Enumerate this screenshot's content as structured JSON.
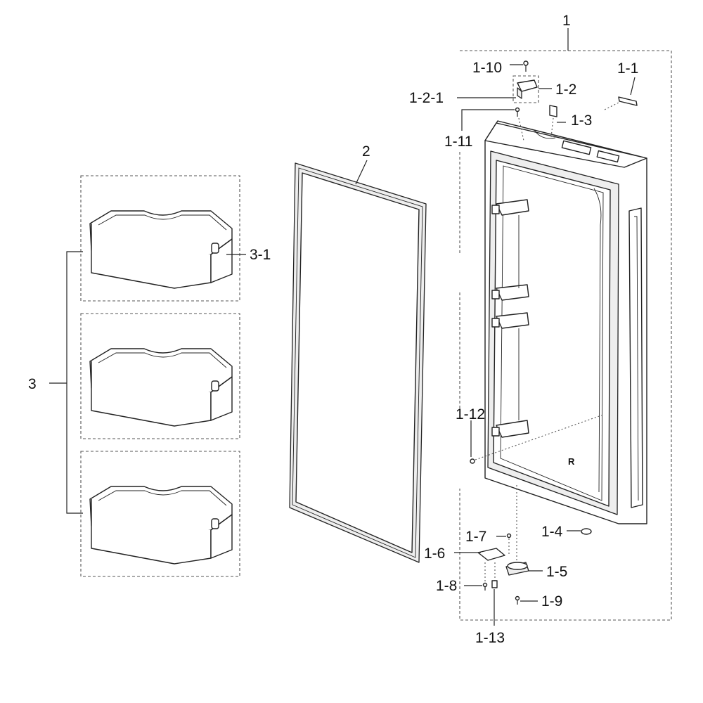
{
  "labels": {
    "door_assembly": "1",
    "handle_cap": "1-1",
    "top_hinge": "1-2",
    "hinge_bushing": "1-2-1",
    "cap_small": "1-3",
    "door_stopper": "1-4",
    "bottom_cam": "1-5",
    "bottom_hinge": "1-6",
    "screw_a": "1-7",
    "screw_b": "1-8",
    "screw_c": "1-9",
    "screw_top": "1-10",
    "screw_hinge": "1-11",
    "screw_side": "1-12",
    "pin": "1-13",
    "gasket": "2",
    "guard_set": "3",
    "guard": "3-1",
    "door_mark": "R"
  }
}
